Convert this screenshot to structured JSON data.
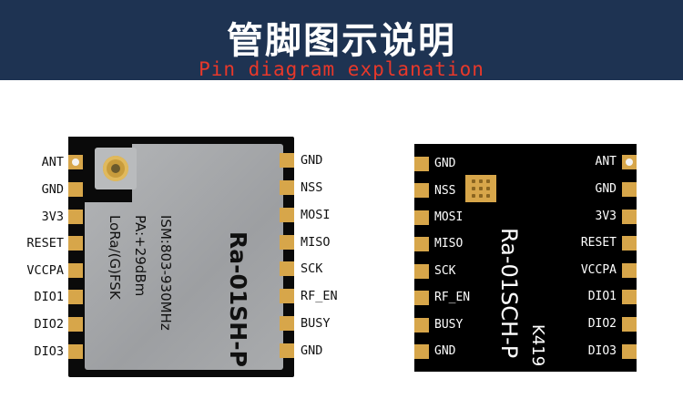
{
  "header": {
    "title_cn": "管脚图示说明",
    "title_en": "Pin diagram explanation"
  },
  "module1": {
    "left_pins": [
      "ANT",
      "GND",
      "3V3",
      "RESET",
      "VCCPA",
      "DIO1",
      "DIO2",
      "DIO3"
    ],
    "right_pins": [
      "GND",
      "NSS",
      "MOSI",
      "MISO",
      "SCK",
      "RF_EN",
      "BUSY",
      "GND"
    ],
    "model": "Ra-01SH-P",
    "band": "ISM:803-930MHz",
    "power": "PA:+29dBm",
    "modulation": "LoRa/(G)FSK"
  },
  "module2": {
    "left_pins": [
      "GND",
      "NSS",
      "MOSI",
      "MISO",
      "SCK",
      "RF_EN",
      "BUSY",
      "GND"
    ],
    "right_pins": [
      "ANT",
      "GND",
      "3V3",
      "RESET",
      "VCCPA",
      "DIO1",
      "DIO2",
      "DIO3"
    ],
    "model": "Ra-01SCH-P",
    "code": "K419"
  },
  "colors": {
    "banner": "#1e3352",
    "title_en": "#e8382a",
    "pad_gold": "#d7a64a",
    "shield_gray": "#a7a9ac"
  }
}
